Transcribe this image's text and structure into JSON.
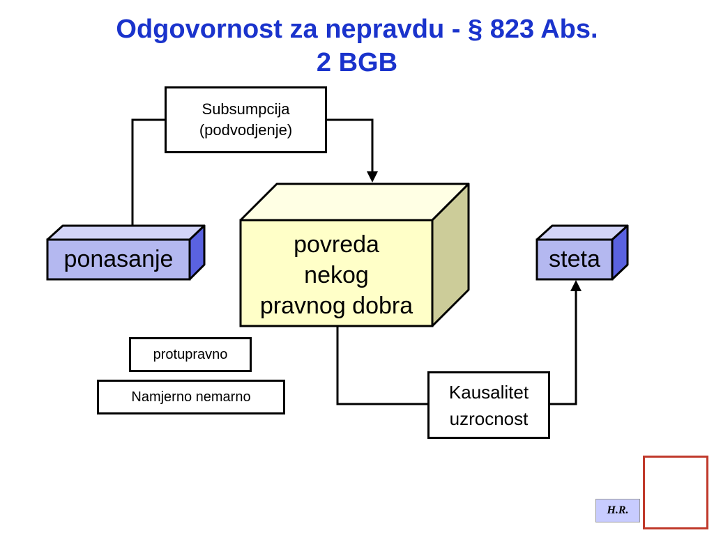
{
  "title": {
    "line1": "Odgovornost za nepravdu - § 823 Abs.",
    "line2": "2 BGB"
  },
  "boxes": {
    "subsumption": {
      "line1": "Subsumpcija",
      "line2": "(podvodjenje)"
    },
    "conduct": "ponasanje",
    "violation": {
      "line1": "povreda",
      "line2": "nekog",
      "line3": "pravnog dobra"
    },
    "damage": "steta",
    "unlawful": "protupravno",
    "fault": "Namjerno nemarno",
    "causation": {
      "line1": "Kausalitet",
      "line2": "uzrocnost"
    }
  },
  "badge": "H.R.",
  "colors": {
    "title": "#1a33cc",
    "blue_box_front": "#b4b8f0",
    "blue_box_top": "#d2d4f8",
    "blue_box_side": "#5a62e0",
    "yellow_box_front": "#ffffc8",
    "yellow_box_top": "#ffffe4",
    "yellow_box_side": "#cccc99",
    "badge_bg": "#c8ccff",
    "logo_border": "#c0392b"
  },
  "icons": {
    "logo": "owl-professor-icon"
  }
}
